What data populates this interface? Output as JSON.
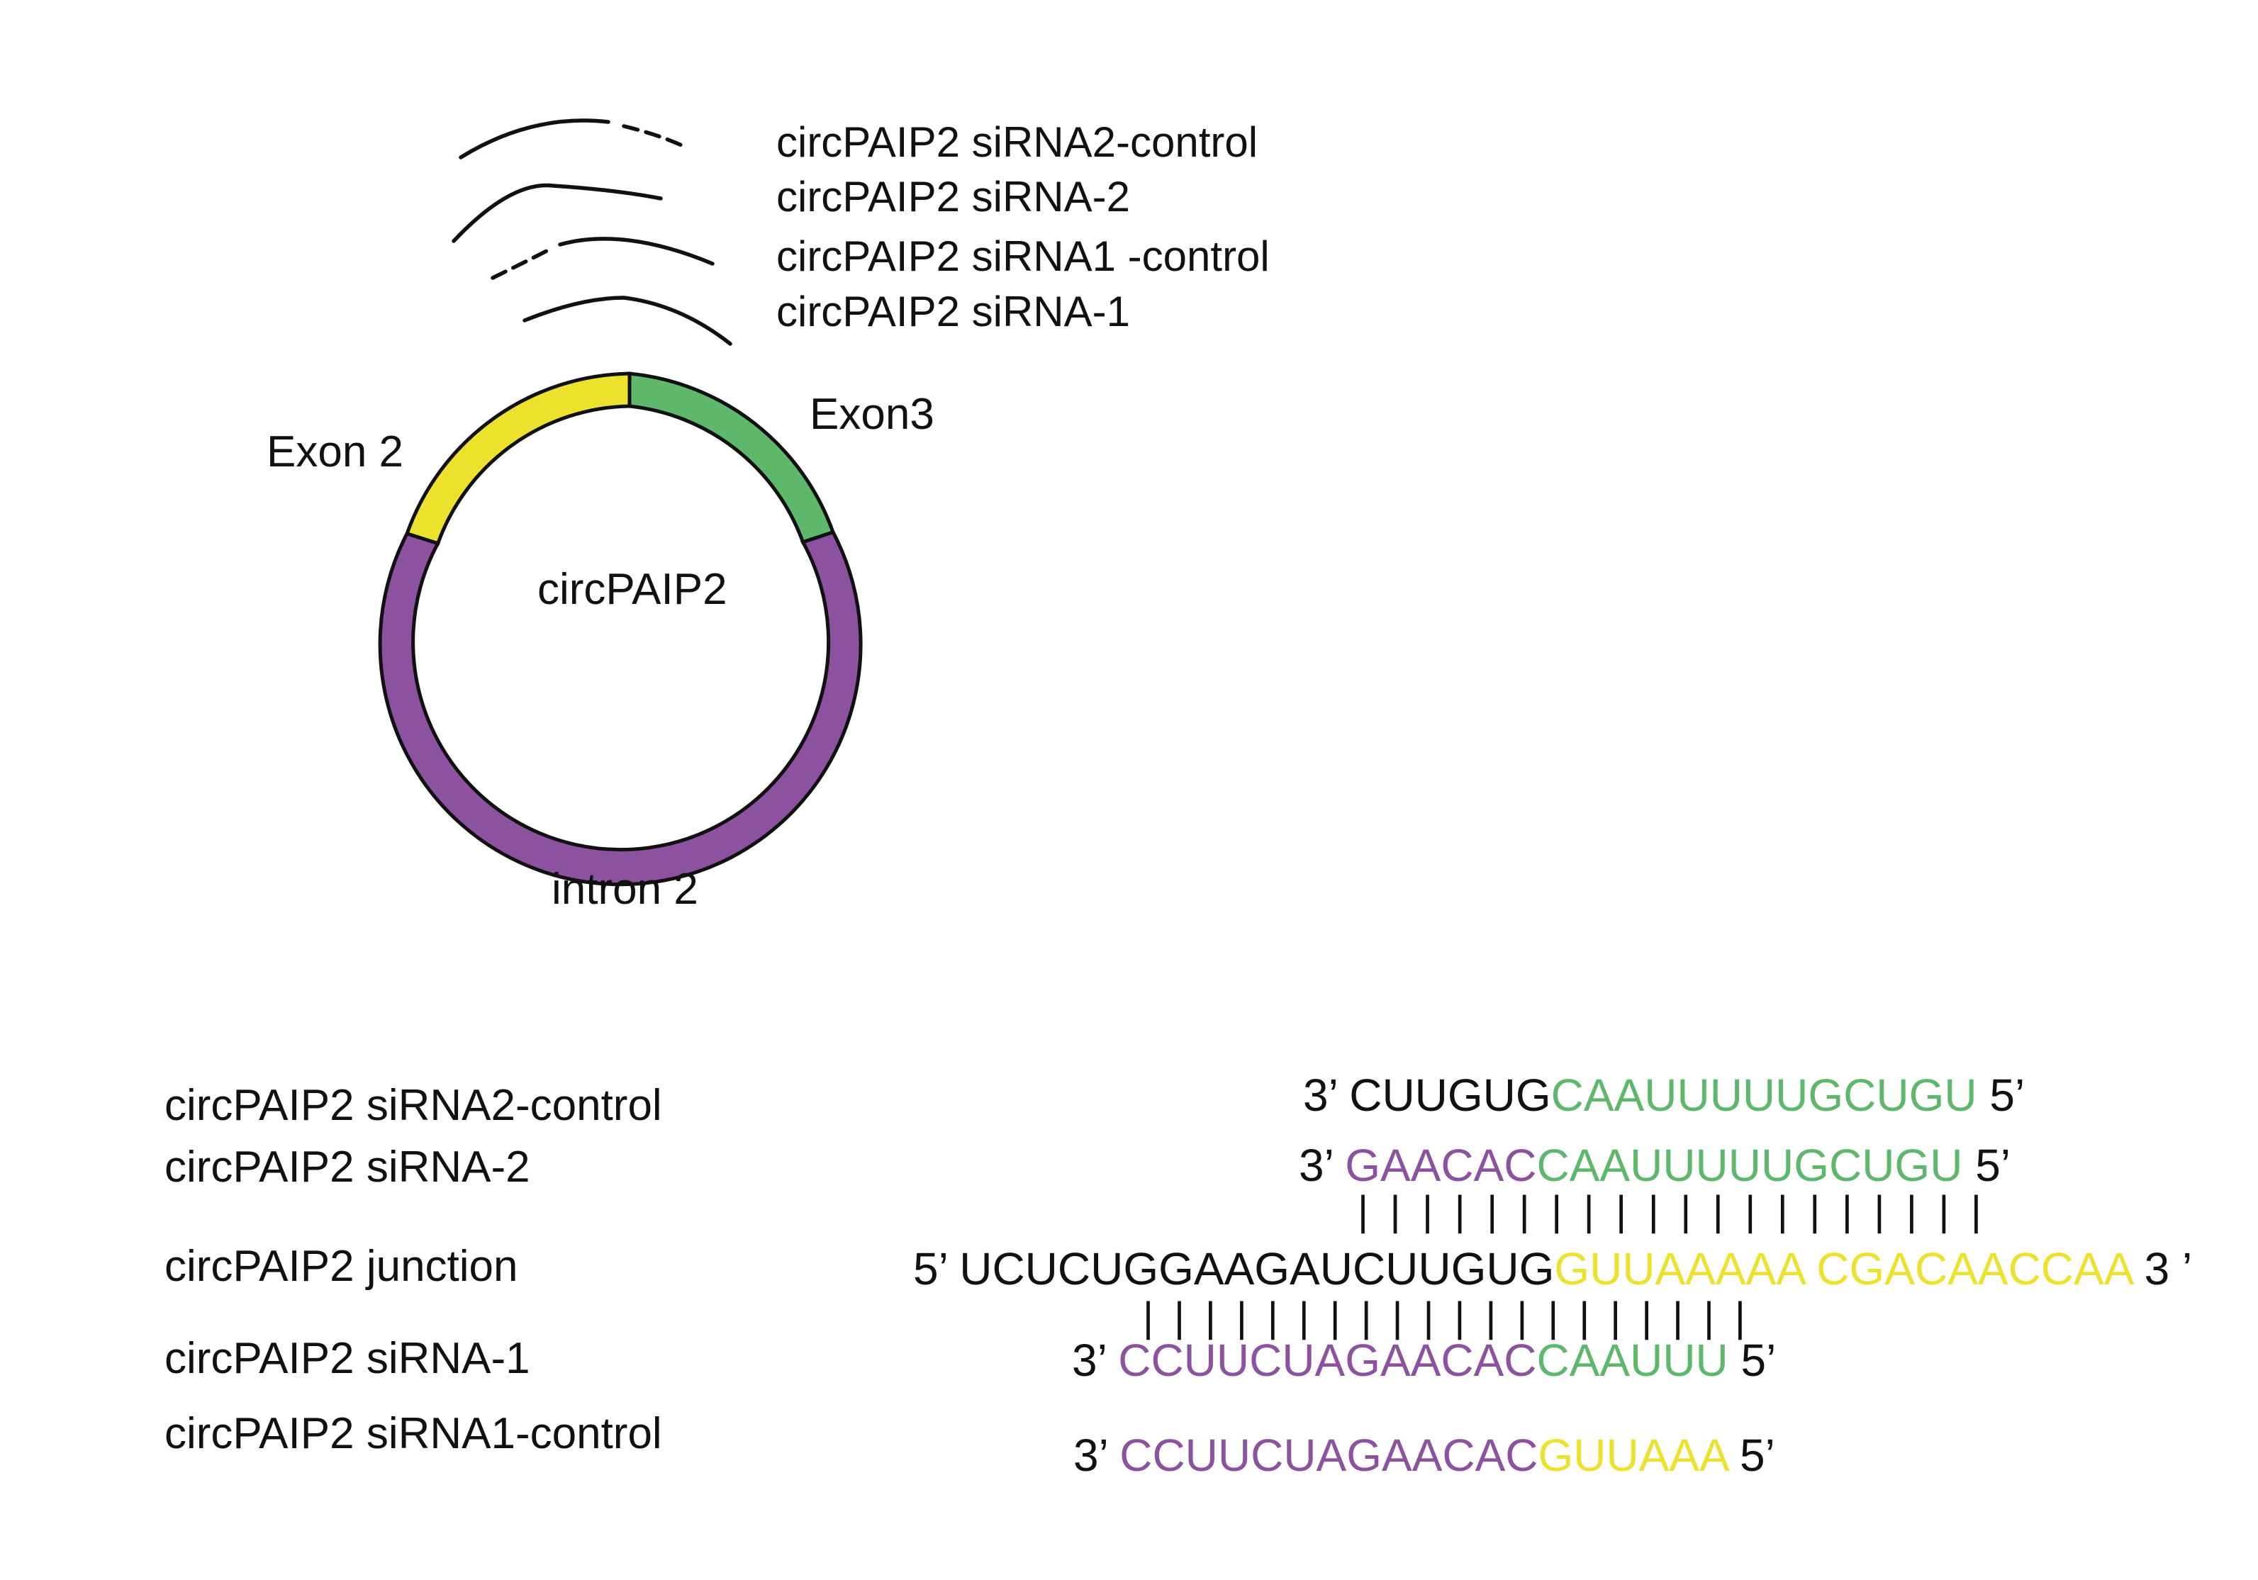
{
  "colors": {
    "exon2": "#ECE22E",
    "exon3": "#5DB86B",
    "intron": "#8C52A0",
    "ink": "#111111"
  },
  "top_legend": {
    "sirna2_control": "circPAIP2 siRNA2-control",
    "sirna2": "circPAIP2 siRNA-2",
    "sirna1_control": "circPAIP2 siRNA1 -control",
    "sirna1": "circPAIP2 siRNA-1"
  },
  "circle": {
    "center_label": "circPAIP2",
    "exon2_label": "Exon 2",
    "exon3_label": "Exon3",
    "intron_label": "intron 2"
  },
  "row_labels": {
    "sirna2_control": "circPAIP2 siRNA2-control",
    "sirna2": "circPAIP2 siRNA-2",
    "junction": "circPAIP2 junction",
    "sirna1": "circPAIP2 siRNA-1",
    "sirna1_control": "circPAIP2 siRNA1-control"
  },
  "sequences": {
    "sirna2_control": {
      "start": "3’ ",
      "part1": "CUUGUG",
      "part2": "CAAUUUUUGCUGU",
      "end": " 5’"
    },
    "sirna2": {
      "start": "3’ ",
      "part1": "GAACAC",
      "part2": "CAAUUUUUGCUGU",
      "end": " 5’"
    },
    "junction": {
      "start": "5’ ",
      "part1": "UCUCUGGAAGAUCUUGUG",
      "part2": "GUUAAAAA CGACAACCAA",
      "end": " 3 ’"
    },
    "sirna1": {
      "start": "3’ ",
      "part1": "CCUUCUAGAACAC",
      "part2": "CAAUUU",
      "end": " 5’"
    },
    "sirna1_control": {
      "start": "3’ ",
      "part1": "CCUUCUAGAACAC",
      "part2": "GUUAAA",
      "end": " 5’"
    }
  },
  "pairing": {
    "upper": "| | | | | | | | | | | | | | | | | | | |",
    "lower": "| | | | | | | | | | | | | | | | | | | |"
  }
}
